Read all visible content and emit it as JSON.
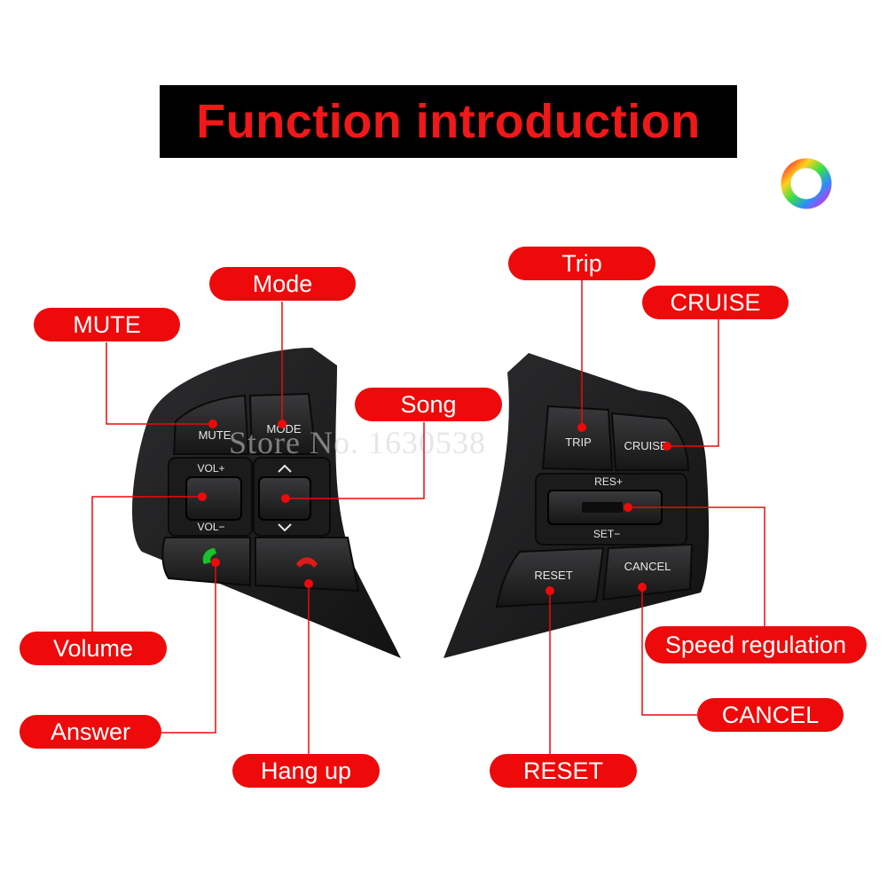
{
  "title": "Function introduction",
  "watermark": "Store No. 1630538",
  "colors": {
    "title_bg": "#000000",
    "title_text": "#f01818",
    "label_bg": "#ee0a0a",
    "label_text": "#ffffff",
    "leader_line": "#ee0a0a",
    "panel": "#1e1e20"
  },
  "labels": {
    "mode": "Mode",
    "mute": "MUTE",
    "song": "Song",
    "volume": "Volume",
    "answer": "Answer",
    "hang_up": "Hang up",
    "trip": "Trip",
    "cruise": "CRUISE",
    "speed_regulation": "Speed regulation",
    "cancel": "CANCEL",
    "reset": "RESET"
  },
  "left_panel": {
    "mute": "MUTE",
    "mode": "MODE",
    "vol_plus": "VOL+",
    "vol_minus": "VOL−",
    "song_up_icon": "chevron-up-icon",
    "song_down_icon": "chevron-down-icon",
    "answer_icon": "phone-answer-icon",
    "hangup_icon": "phone-hangup-icon",
    "answer_color": "#19c22a",
    "hangup_color": "#e01a1a"
  },
  "right_panel": {
    "trip": "TRIP",
    "cruise": "CRUISE",
    "res_plus": "RES+",
    "set_minus": "SET−",
    "reset": "RESET",
    "cancel": "CANCEL"
  }
}
